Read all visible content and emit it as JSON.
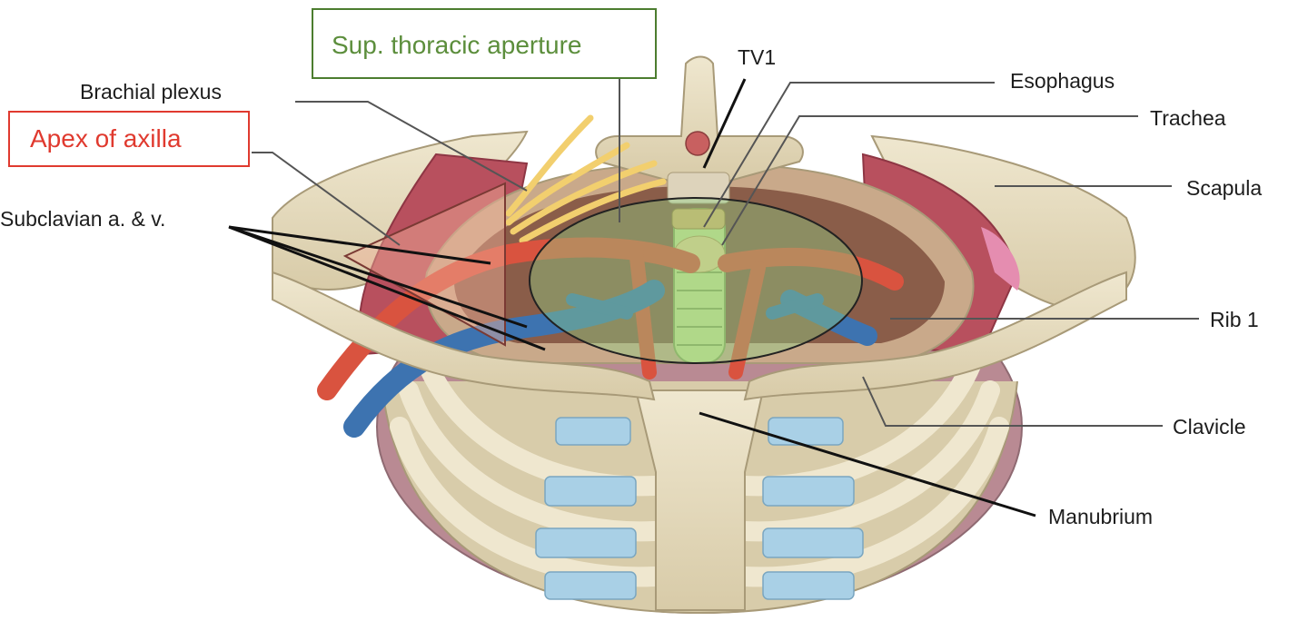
{
  "labels": {
    "sup_thoracic_aperture": "Sup. thoracic aperture",
    "apex_of_axilla": "Apex of axilla",
    "brachial_plexus": "Brachial plexus",
    "subclavian": "Subclavian a. & v.",
    "tv1": "TV1",
    "esophagus": "Esophagus",
    "trachea": "Trachea",
    "scapula": "Scapula",
    "rib1": "Rib 1",
    "clavicle": "Clavicle",
    "manubrium": "Manubrium"
  },
  "colors": {
    "bone": "#e6dcc0",
    "bone_outline": "#a89a78",
    "cartilage": "#a9d0e6",
    "muscle": "#b8505e",
    "artery": "#d9533f",
    "vein": "#3d73b0",
    "nerve": "#f2cf6e",
    "aperture_fill": "#8fcf86",
    "apex_red": "#e03a2f",
    "aperture_green": "#4c7d2f"
  }
}
